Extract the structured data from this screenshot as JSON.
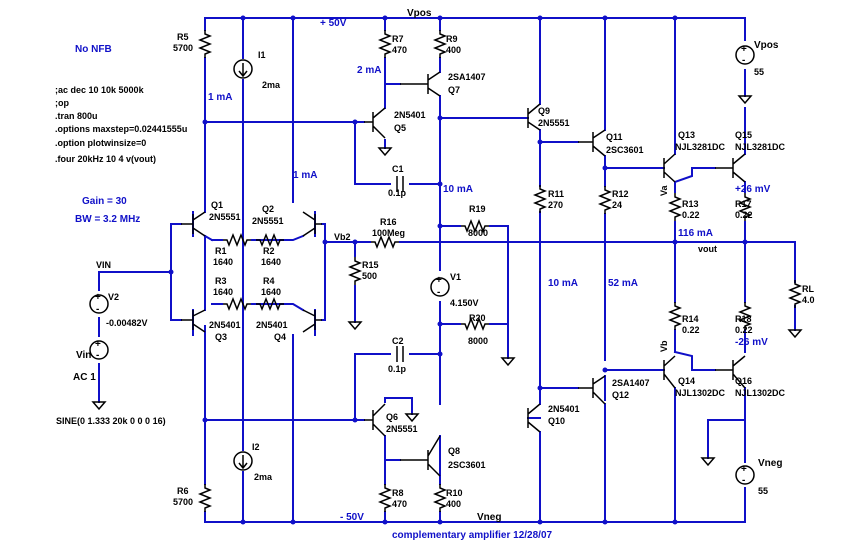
{
  "title": "complementary amplifier 12/28/07",
  "notes": {
    "nfb": "No NFB",
    "ac": ";ac dec 10 10k 5000k",
    "op": ";op",
    "tran": ".tran 800u",
    "maxstep": ".options maxstep=0.02441555u",
    "plotwin": ".option plotwinsize=0",
    "four": ".four 20kHz 10 4 v(vout)",
    "gain": "Gain = 30",
    "bw": "BW = 3.2 MHz"
  },
  "annotations": {
    "plus50": "+ 50V",
    "minus50": "- 50V",
    "i_2ma": "2 mA",
    "i_1ma_a": "1 mA",
    "i_1ma_b": "1 mA",
    "i_10ma_a": "10 mA",
    "i_10ma_b": "10 mA",
    "i_52ma": "52 mA",
    "i_116ma": "116 mA",
    "v_p26": "+26 mV",
    "v_m26": "-26 mV"
  },
  "nets": {
    "vpos": "Vpos",
    "vneg": "Vneg",
    "vb2": "Vb2",
    "vout": "vout",
    "vin": "VIN",
    "va": "Va",
    "vb": "Vb"
  },
  "resistors": {
    "r5": {
      "ref": "R5",
      "val": "5700"
    },
    "r6": {
      "ref": "R6",
      "val": "5700"
    },
    "r7": {
      "ref": "R7",
      "val": "470"
    },
    "r8": {
      "ref": "R8",
      "val": "470"
    },
    "r9": {
      "ref": "R9",
      "val": "400"
    },
    "r10": {
      "ref": "R10",
      "val": "400"
    },
    "r1": {
      "ref": "R1",
      "val": "1640"
    },
    "r2": {
      "ref": "R2",
      "val": "1640"
    },
    "r3": {
      "ref": "R3",
      "val": "1640"
    },
    "r4": {
      "ref": "R4",
      "val": "1640"
    },
    "r15": {
      "ref": "R15",
      "val": "500"
    },
    "r16": {
      "ref": "R16",
      "val": "100Meg"
    },
    "r19": {
      "ref": "R19",
      "val": "8000"
    },
    "r20": {
      "ref": "R20",
      "val": "8000"
    },
    "r11": {
      "ref": "R11",
      "val": "270"
    },
    "r12": {
      "ref": "R12",
      "val": "24"
    },
    "r13": {
      "ref": "R13",
      "val": "0.22"
    },
    "r14": {
      "ref": "R14",
      "val": "0.22"
    },
    "r17": {
      "ref": "R17",
      "val": "0.22"
    },
    "r18": {
      "ref": "R18",
      "val": "0.22"
    },
    "rl": {
      "ref": "RL",
      "val": "4.0"
    }
  },
  "capacitors": {
    "c1": {
      "ref": "C1",
      "val": "0.1p"
    },
    "c2": {
      "ref": "C2",
      "val": "0.1p"
    }
  },
  "sources": {
    "i1": {
      "ref": "I1",
      "val": "2ma"
    },
    "i2": {
      "ref": "I2",
      "val": "2ma"
    },
    "v1": {
      "ref": "V1",
      "val": "4.150V"
    },
    "v2": {
      "ref": "V2",
      "val": "-0.00482V"
    },
    "vin": {
      "ref": "Vin",
      "val": "AC 1"
    },
    "sine": "SINE(0 1.333 20k 0 0 0 16)",
    "vpos": {
      "ref": "Vpos",
      "val": "55"
    },
    "vneg": {
      "ref": "Vneg",
      "val": "55"
    }
  },
  "transistors": {
    "q1": {
      "ref": "Q1",
      "part": "2N5551"
    },
    "q2": {
      "ref": "Q2",
      "part": "2N5551"
    },
    "q3": {
      "ref": "Q3",
      "part": "2N5401"
    },
    "q4": {
      "ref": "Q4",
      "part": "2N5401"
    },
    "q5": {
      "ref": "Q5",
      "part": "2N5401"
    },
    "q6": {
      "ref": "Q6",
      "part": "2N5551"
    },
    "q7": {
      "ref": "Q7",
      "part": "2SA1407"
    },
    "q8": {
      "ref": "Q8",
      "part": "2SC3601"
    },
    "q9": {
      "ref": "Q9",
      "part": "2N5551"
    },
    "q10": {
      "ref": "Q10",
      "part": "2N5401"
    },
    "q11": {
      "ref": "Q11",
      "part": "2SC3601"
    },
    "q12": {
      "ref": "Q12",
      "part": "2SA1407"
    },
    "q13": {
      "ref": "Q13",
      "part": "NJL3281DC"
    },
    "q14": {
      "ref": "Q14",
      "part": "NJL1302DC"
    },
    "q15": {
      "ref": "Q15",
      "part": "NJL3281DC"
    },
    "q16": {
      "ref": "Q16",
      "part": "NJL1302DC"
    }
  }
}
